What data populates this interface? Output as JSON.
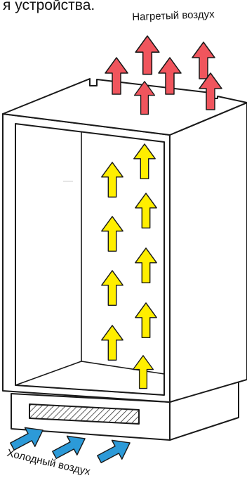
{
  "labels": {
    "top_fragment": "я устройства.",
    "hot_air": "Нагретый воздух",
    "cold_air": "Холодный воздух"
  },
  "colors": {
    "hot_arrow": "#f0555d",
    "warm_arrow": "#ffee00",
    "cold_arrow": "#2c9ad8",
    "outline": "#1a1a1a",
    "grille_hatch": "#333333"
  },
  "icons": {
    "hot_arrow": "arrow-up-icon",
    "warm_arrow": "arrow-up-icon",
    "cold_arrow": "arrow-up-right-icon"
  }
}
